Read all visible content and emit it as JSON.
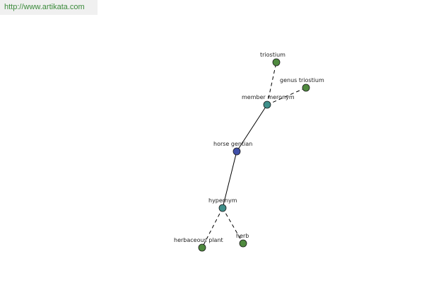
{
  "watermark": {
    "url": "http://www.artikata.com"
  },
  "nodes": [
    {
      "id": "horse-gentian",
      "label": "horse gentian",
      "role": "center",
      "color": "#3f4fa8"
    },
    {
      "id": "member-meronym",
      "label": "member meronym",
      "role": "relation",
      "color": "#3f8f8a"
    },
    {
      "id": "hypernym",
      "label": "hypernym",
      "role": "relation",
      "color": "#3f8f8a"
    },
    {
      "id": "triostium",
      "label": "triostium",
      "role": "term",
      "color": "#4f8a3f"
    },
    {
      "id": "genus-triostium",
      "label": "genus triostium",
      "role": "term",
      "color": "#4f8a3f"
    },
    {
      "id": "herbaceous-plant",
      "label": "herbaceous plant",
      "role": "term",
      "color": "#4f8a3f"
    },
    {
      "id": "herb",
      "label": "herb",
      "role": "term",
      "color": "#4f8a3f"
    }
  ],
  "edges": [
    {
      "from": "horse-gentian",
      "to": "member-meronym",
      "style": "solid"
    },
    {
      "from": "horse-gentian",
      "to": "hypernym",
      "style": "solid"
    },
    {
      "from": "member-meronym",
      "to": "triostium",
      "style": "dashed"
    },
    {
      "from": "member-meronym",
      "to": "genus-triostium",
      "style": "dashed"
    },
    {
      "from": "hypernym",
      "to": "herbaceous-plant",
      "style": "dashed"
    },
    {
      "from": "hypernym",
      "to": "herb",
      "style": "dashed"
    }
  ]
}
